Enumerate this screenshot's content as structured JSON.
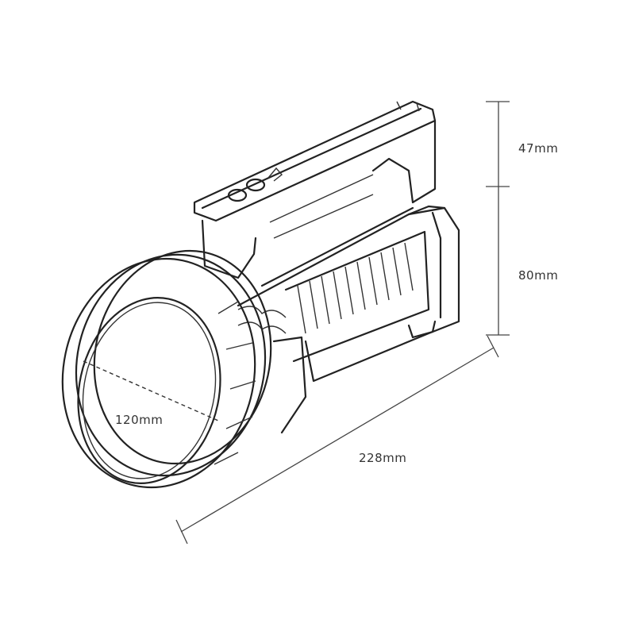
{
  "diagram": {
    "subject": "handheld-spotlight",
    "dimensions": {
      "handle_height": "47mm",
      "body_height": "80mm",
      "lens_diameter": "120mm",
      "length": "228mm"
    }
  }
}
